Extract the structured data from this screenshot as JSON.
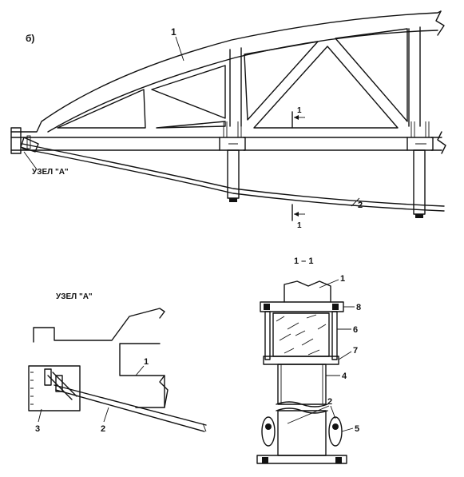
{
  "figure": {
    "panel_label": "б)",
    "node_a_label": "УЗЕЛ \"А\"",
    "section_mark": "1",
    "section_title": "1 – 1",
    "detail_title": "УЗЕЛ \"А\""
  },
  "truss": {
    "callouts": [
      "1",
      "2"
    ]
  },
  "detail_a": {
    "callouts": [
      "1",
      "2",
      "3"
    ]
  },
  "section": {
    "callouts": [
      "1",
      "8",
      "6",
      "7",
      "4",
      "2",
      "5"
    ]
  }
}
